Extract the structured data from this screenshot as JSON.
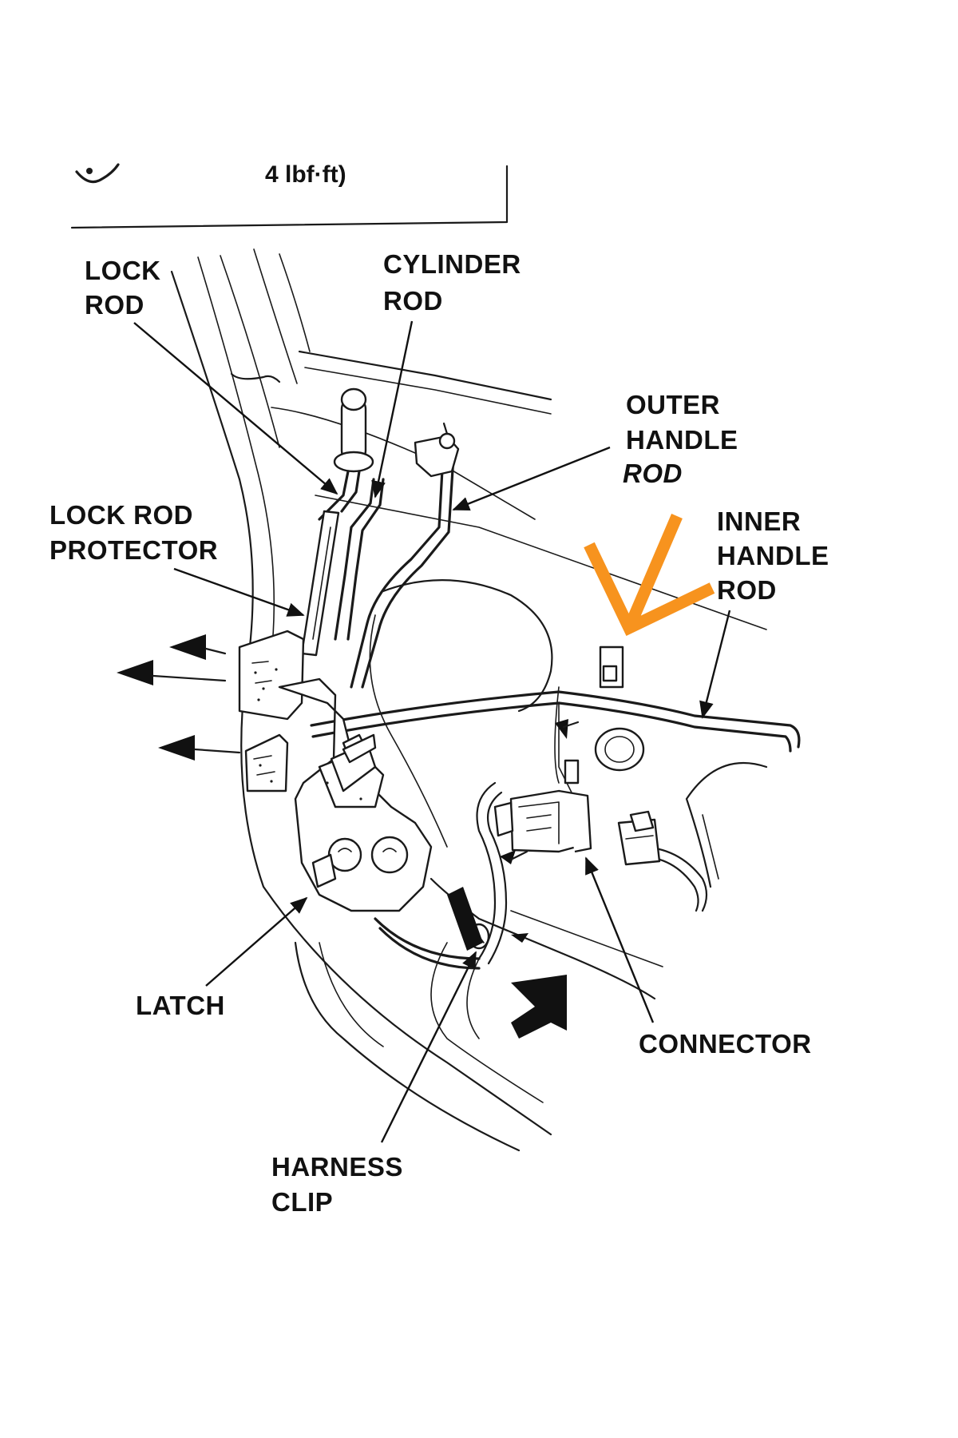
{
  "header_box": {
    "torque_text": "4 lbf·ft)"
  },
  "labels": {
    "lock_rod": [
      "LOCK",
      "ROD"
    ],
    "cylinder_rod": [
      "CYLINDER",
      "ROD"
    ],
    "outer_handle_rod": [
      "OUTER",
      "HANDLE",
      "ROD"
    ],
    "inner_handle_rod": [
      "INNER",
      "HANDLE",
      "ROD"
    ],
    "lock_rod_protector": [
      "LOCK ROD",
      "PROTECTOR"
    ],
    "latch": "LATCH",
    "connector": "CONNECTOR",
    "harness_clip": [
      "HARNESS",
      "CLIP"
    ]
  },
  "colors": {
    "ink": "#1a1a1a",
    "annotation": "#f7931e",
    "background": "#ffffff"
  },
  "annotation": {
    "shape": "orange-check-arrow"
  }
}
